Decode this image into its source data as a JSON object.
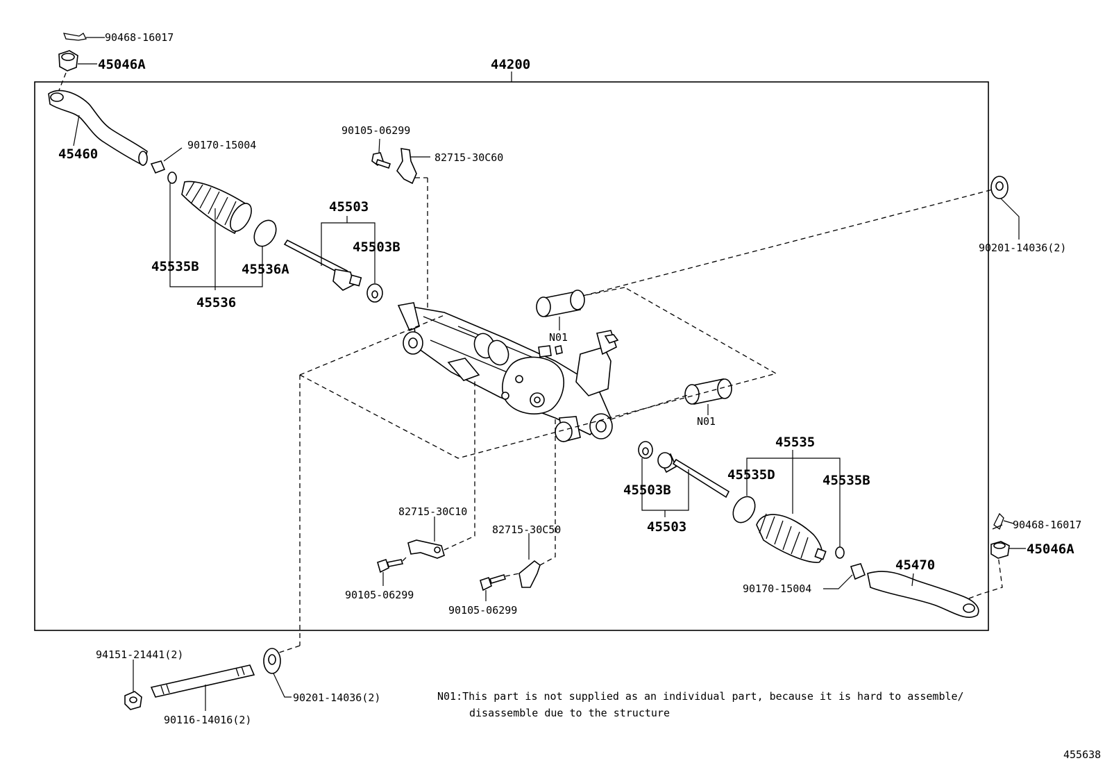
{
  "labels": {
    "assembly": "44200",
    "cotter_pin_left": "90468-16017",
    "nut_left": "45046A",
    "tie_rod_end_left": "45460",
    "clip_left": "90170-15004",
    "bolt_top": "90105-06299",
    "bracket_top": "82715-30C60",
    "rack_end_left_group": "45503",
    "washer_left": "45503B",
    "clip_boot_left": "45535B",
    "clamp_left": "45536A",
    "boot_left_group": "45536",
    "bushing_upper": "N01",
    "bushing_lower": "N01",
    "washer_right_top": "90201-14036(2)",
    "washer_right": "45503B",
    "rack_end_right_group": "45503",
    "boot_right_group": "45535",
    "clamp_right": "45535D",
    "clip_boot_right": "45535B",
    "cotter_pin_right": "90468-16017",
    "nut_right": "45046A",
    "tie_rod_end_right": "45470",
    "clip_right": "90170-15004",
    "bracket_mid_left": "82715-30C10",
    "bracket_mid_right": "82715-30C50",
    "bolt_mid_left": "90105-06299",
    "bolt_mid_right": "90105-06299",
    "nut_bottom": "94151-21441(2)",
    "bolt_bottom": "90116-14016(2)",
    "washer_bottom": "90201-14036(2)"
  },
  "note": {
    "line1": "N01:This part is not supplied as an individual part, because it is hard to assemble/",
    "line2": "disassemble due to the structure"
  },
  "diagram_id": "455638"
}
